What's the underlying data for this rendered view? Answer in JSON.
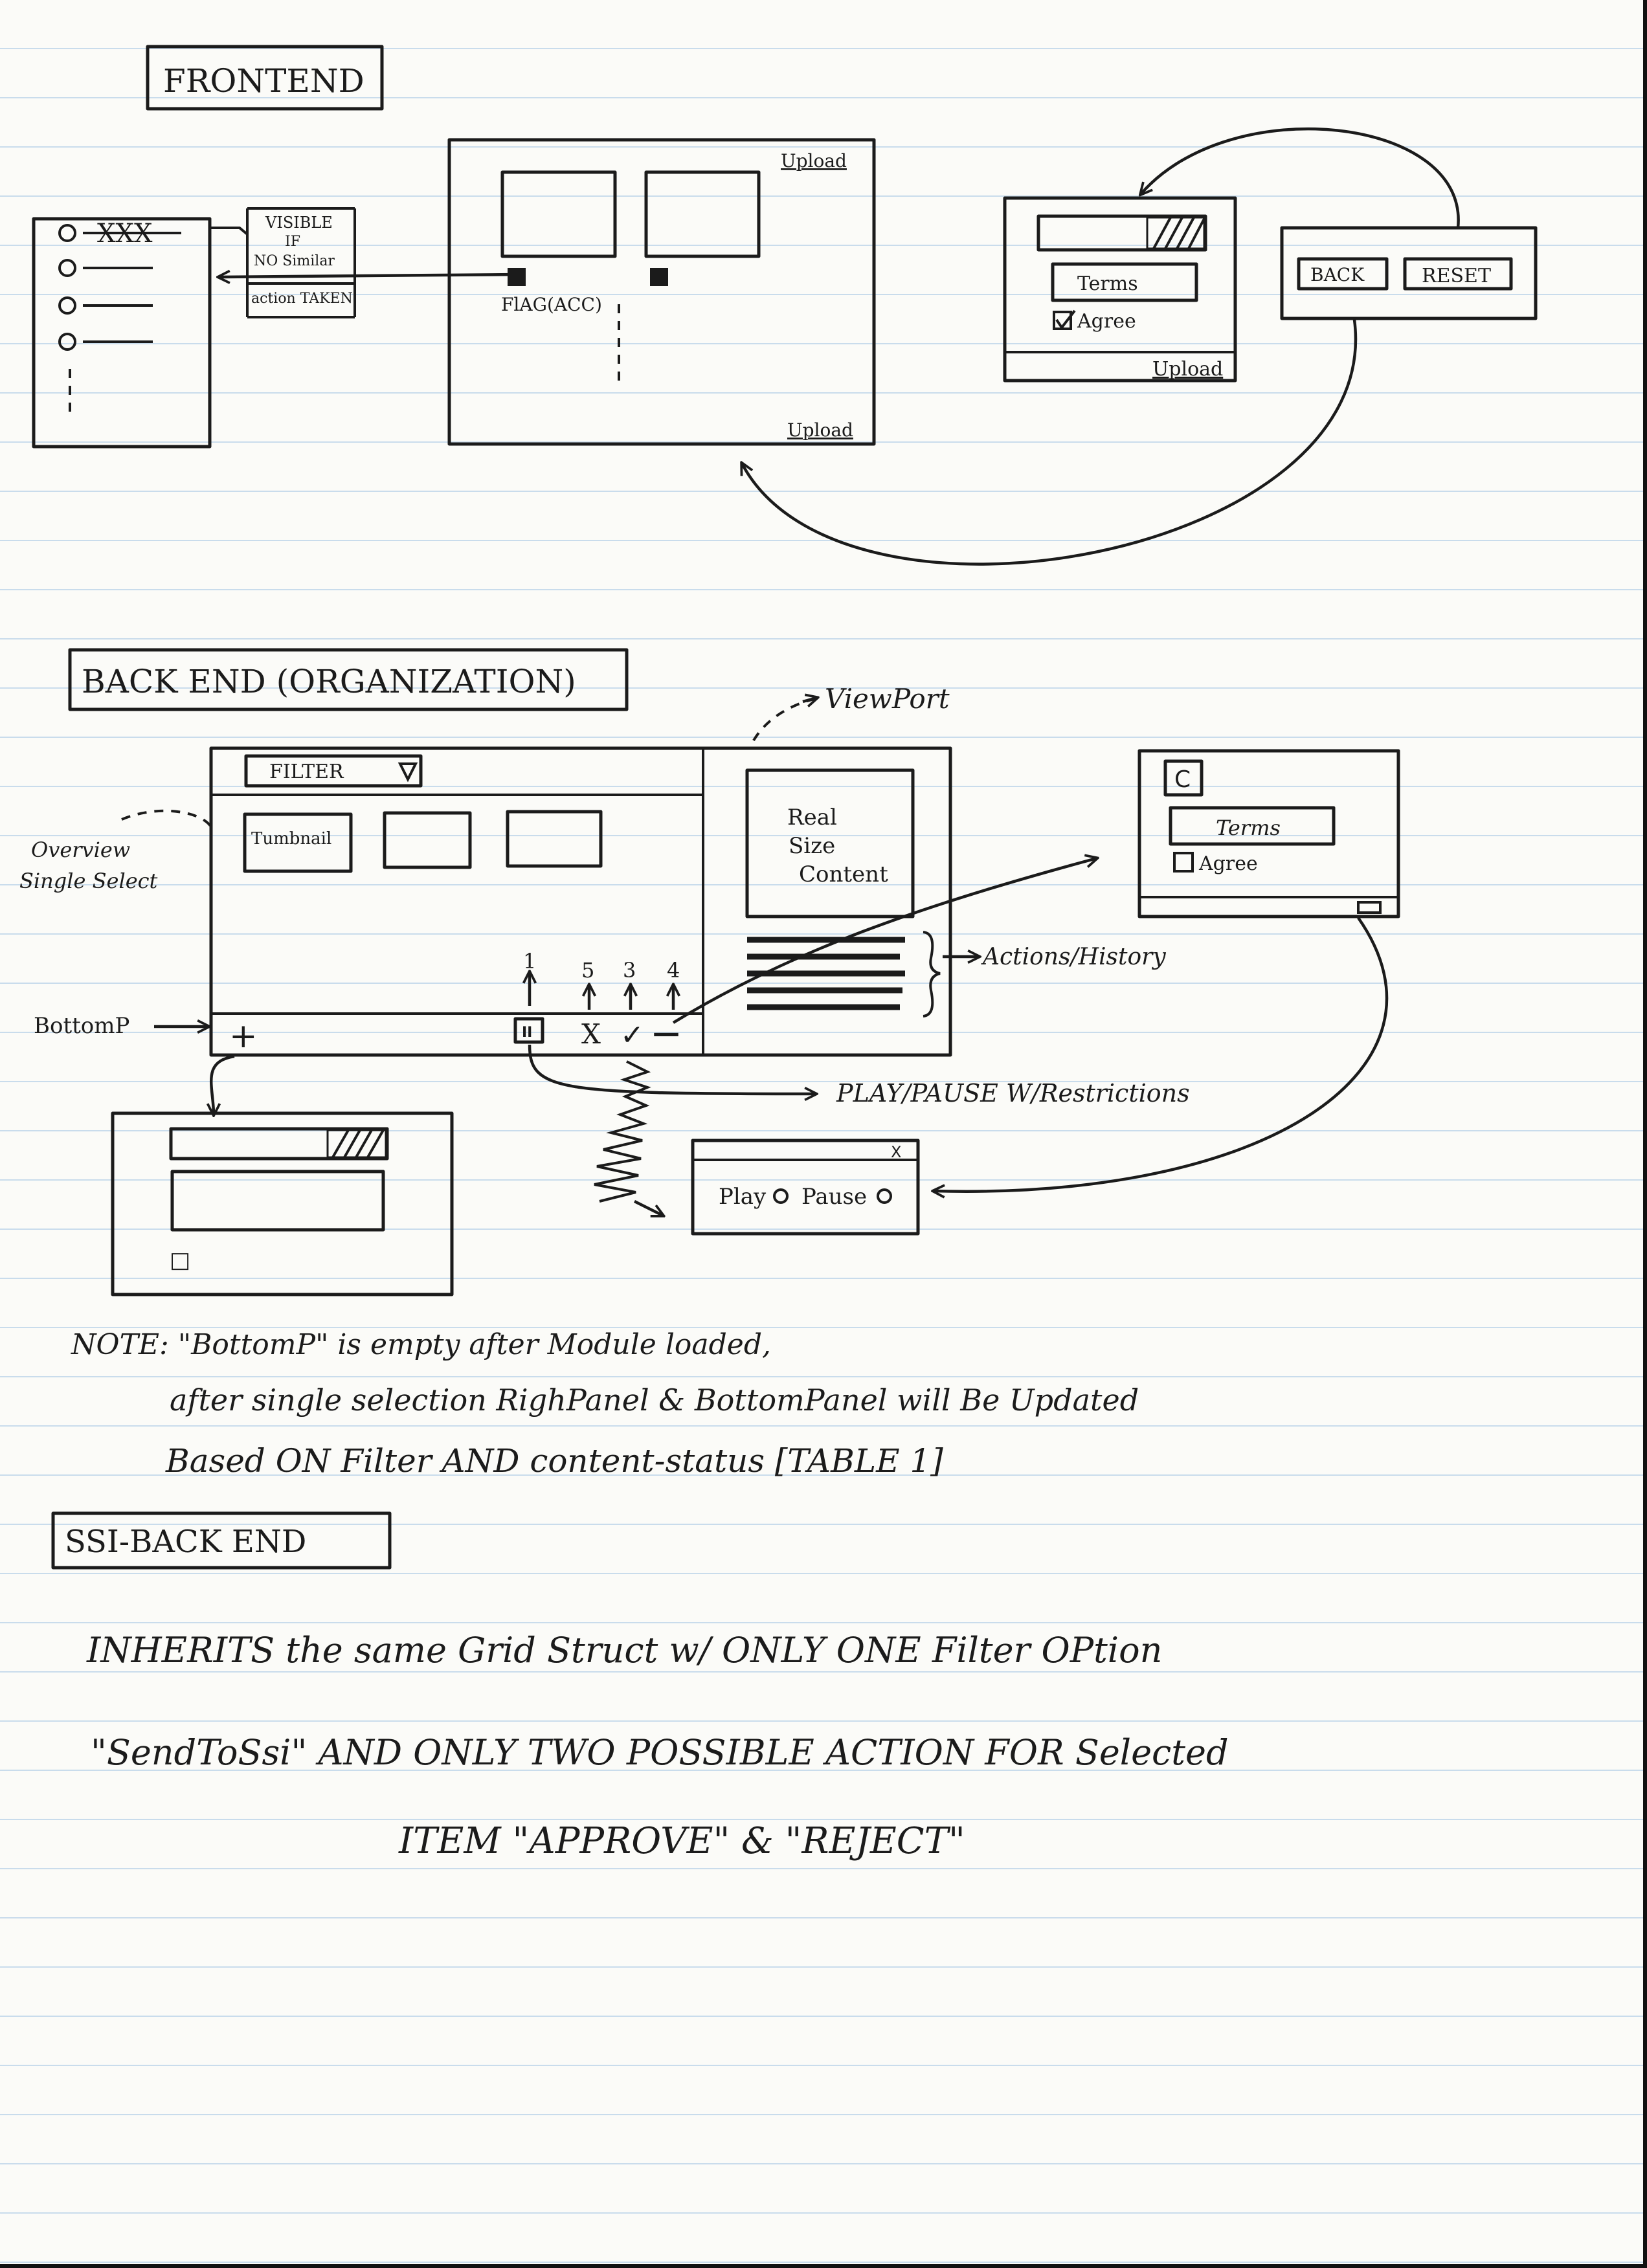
{
  "frontend": {
    "heading": "FRONTEND",
    "list_item_crossed": "XXX",
    "callout_visible": "VISIBLE",
    "callout_if": "IF",
    "callout_no_similar": "NO Similar",
    "callout_action": "action TAKEN",
    "upload_top": "Upload",
    "flag": "FlAG(ACC)",
    "upload_bottom": "Upload",
    "dialog_terms": "Terms",
    "dialog_agree": "Agree",
    "dialog_upload": "Upload",
    "back": "BACK",
    "reset": "RESET"
  },
  "backend": {
    "heading": "BACK END (ORGANIZATION)",
    "viewport_label": "ViewPort",
    "filter": "FILTER",
    "thumbnail": "Tumbnail",
    "overview_label": "Overview",
    "single_select_label": "Single Select",
    "real_size_1": "Real",
    "real_size_2": "Size",
    "real_size_3": "Content",
    "actions_history": "Actions/History",
    "n1": "1",
    "n5": "5",
    "n3": "3",
    "n4": "4",
    "bottom_label": "BottomP",
    "plus": "+",
    "pause_glyph": "II",
    "x_glyph": "X",
    "check_glyph": "✓",
    "minus_glyph": "—",
    "play_pause_restrictions": "PLAY/PAUSE W/Restrictions",
    "play": "Play",
    "pause": "Pause",
    "close_glyph": "X",
    "c_label": "C",
    "terms2": "Terms",
    "agree2": "Agree",
    "checkbox_small": "□"
  },
  "notes": {
    "line1": "NOTE: \"BottomP\" is empty after Module loaded,",
    "line2": "after single selection RighPanel & BottomPanel will Be Updated",
    "line3": "Based ON Filter AND content-status [TABLE 1]"
  },
  "ssi": {
    "heading": "SSI-BACK END",
    "line1": "INHERITS the same Grid Struct w/ ONLY ONE Filter OPtion",
    "line2": "\"SendToSsi\" AND ONLY TWO POSSIBLE ACTION FOR Selected",
    "line3": "ITEM \"APPROVE\" & \"REJECT\""
  }
}
